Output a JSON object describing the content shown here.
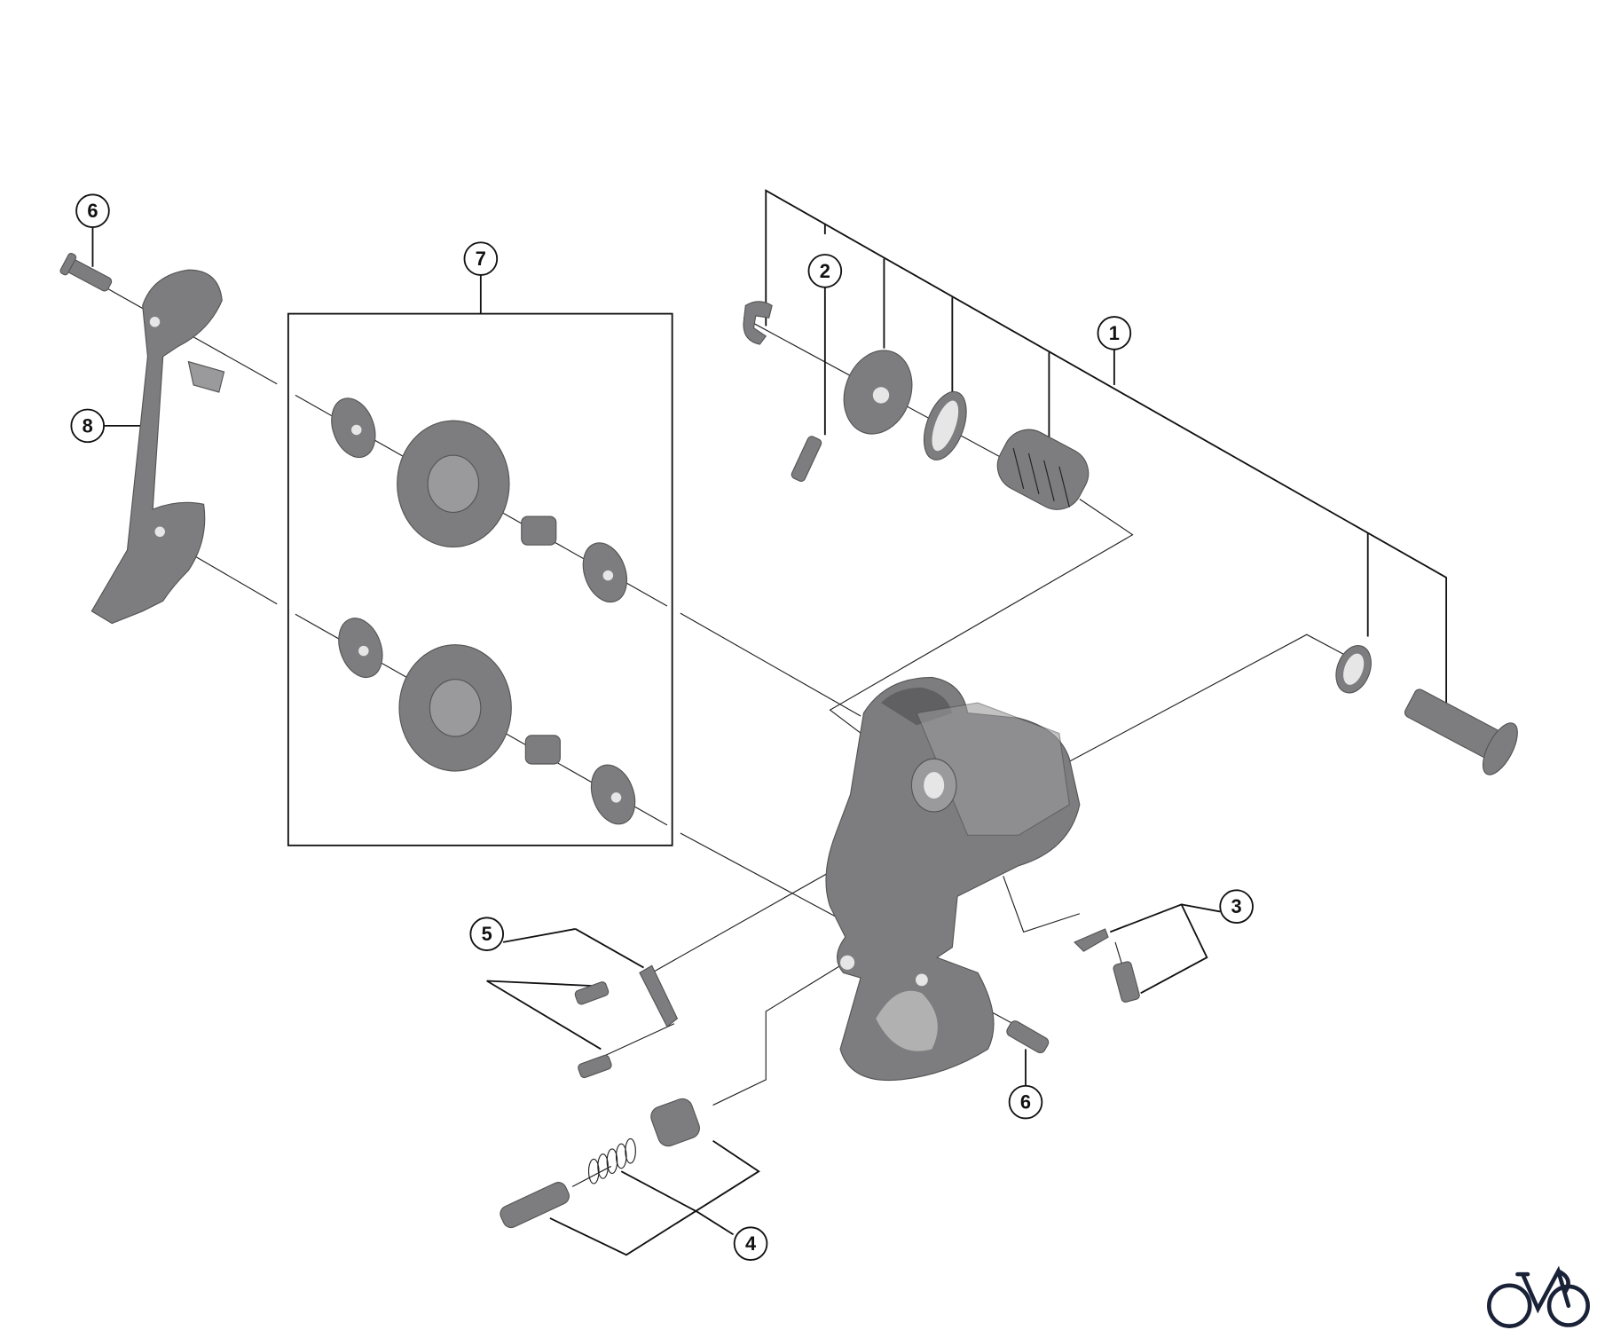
{
  "diagram": {
    "type": "exploded parts diagram",
    "callouts": [
      {
        "id": "6",
        "label": "6"
      },
      {
        "id": "7",
        "label": "7"
      },
      {
        "id": "2",
        "label": "2"
      },
      {
        "id": "1",
        "label": "1"
      },
      {
        "id": "8",
        "label": "8"
      },
      {
        "id": "3",
        "label": "3"
      },
      {
        "id": "5",
        "label": "5"
      },
      {
        "id": "6b",
        "label": "6"
      },
      {
        "id": "4",
        "label": "4"
      }
    ],
    "logo": {
      "icon": "bicycle-logo-icon",
      "color": "#1a2238"
    },
    "colors": {
      "part": "#7d7d7f",
      "line": "#111111",
      "background": "#ffffff"
    }
  }
}
